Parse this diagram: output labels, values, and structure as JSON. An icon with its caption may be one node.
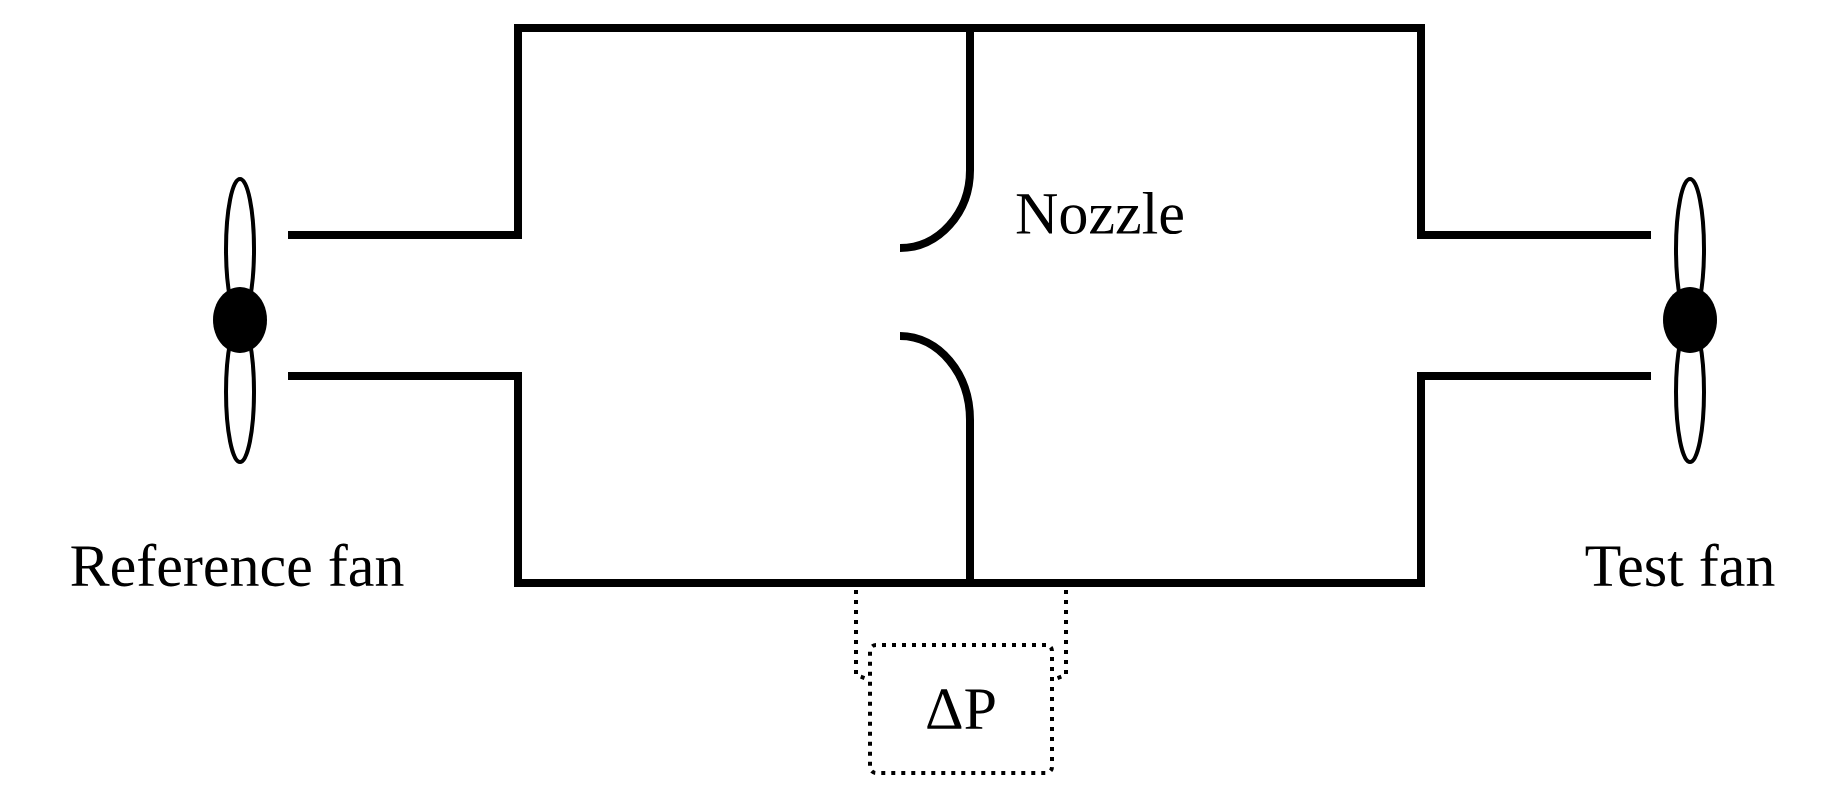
{
  "diagram": {
    "nodes": [
      {
        "text": [
          "ΔP"
        ]
      }
    ],
    "labels": [
      "Nozzle",
      "Reference fan",
      "Test fan"
    ]
  }
}
